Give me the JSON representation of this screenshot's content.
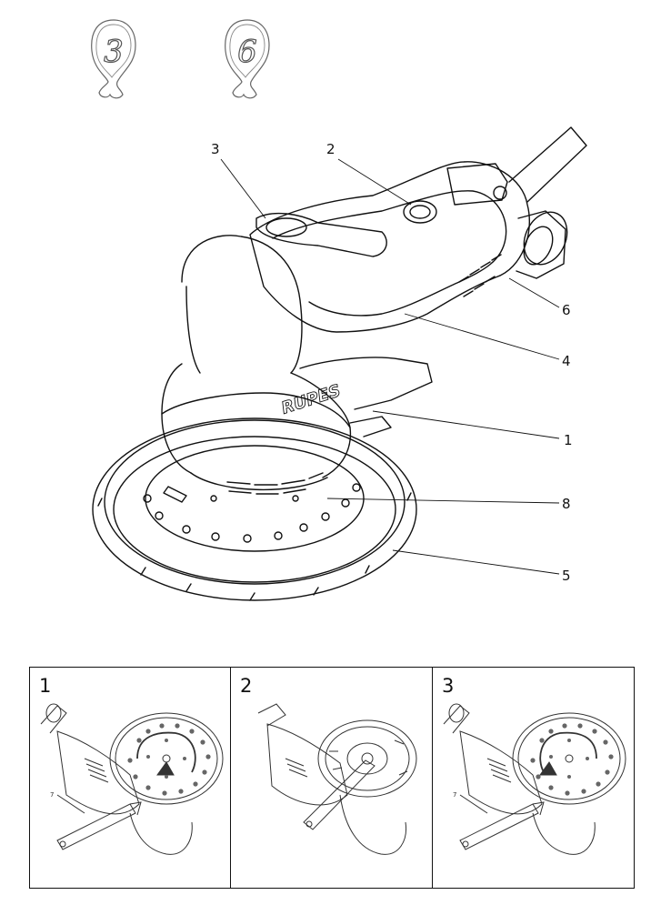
{
  "badges": [
    {
      "label": "3",
      "kind": "speed-badge"
    },
    {
      "label": "6",
      "kind": "speed-badge"
    }
  ],
  "brand_text": "RUPES",
  "callouts": [
    {
      "number": "3"
    },
    {
      "number": "2"
    },
    {
      "number": "6"
    },
    {
      "number": "4"
    },
    {
      "number": "1"
    },
    {
      "number": "8"
    },
    {
      "number": "5"
    }
  ],
  "steps": [
    {
      "number": "1",
      "callout": "7"
    },
    {
      "number": "2"
    },
    {
      "number": "3",
      "callout": "7"
    }
  ],
  "colors": {
    "line": "#111111",
    "background": "#ffffff",
    "badge_line": "#555555"
  }
}
